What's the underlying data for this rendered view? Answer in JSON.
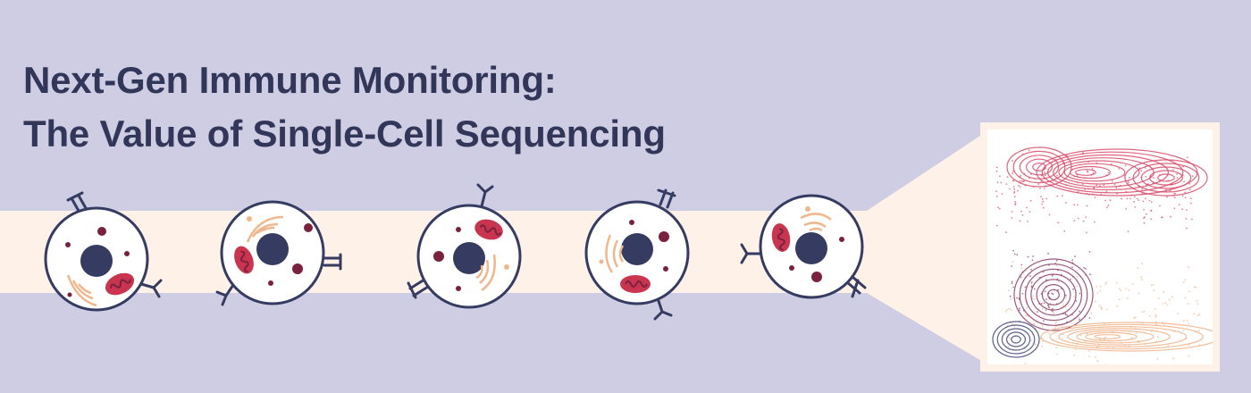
{
  "header": {
    "title_line1": "Next-Gen Immune Monitoring:",
    "title_line2": "The Value of Single-Cell Sequencing"
  },
  "colors": {
    "background": "#cecde3",
    "band": "#fdf1e8",
    "title": "#323659",
    "nucleus": "#353b61",
    "cell_outline": "#353b61",
    "mitochondria": "#c9344f",
    "vesicles": "#7a2140",
    "organelle_lines": "#f0b78c",
    "cluster_pink": "#d94a6a",
    "cluster_purple": "#8c3b67",
    "cluster_peach": "#efb287",
    "cluster_navy": "#3e4478"
  },
  "cells": [
    {
      "name": "immune-cell-1",
      "icon": "cell-icon"
    },
    {
      "name": "immune-cell-2",
      "icon": "cell-icon"
    },
    {
      "name": "immune-cell-3",
      "icon": "cell-icon"
    },
    {
      "name": "immune-cell-4",
      "icon": "cell-icon"
    },
    {
      "name": "immune-cell-5",
      "icon": "cell-icon"
    }
  ],
  "density_plot": {
    "icon": "contour-density-plot",
    "clusters": [
      "pink",
      "purple",
      "peach",
      "navy"
    ]
  }
}
